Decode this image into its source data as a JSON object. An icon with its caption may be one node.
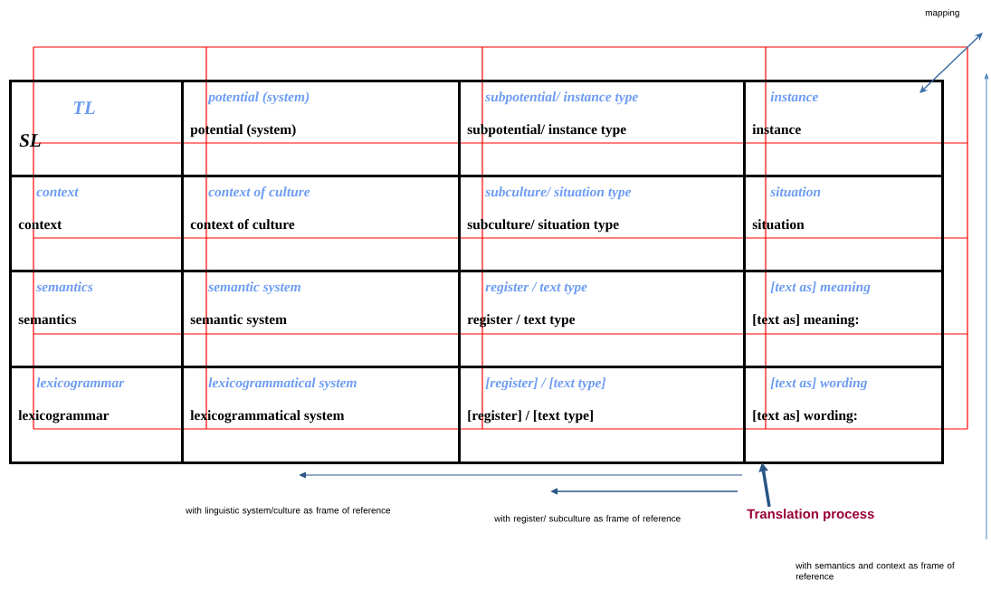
{
  "diagram": {
    "nodes": [
      {
        "text": [
          "TL",
          "SL"
        ]
      },
      {
        "text": [
          "potential (system)",
          "potential (system)"
        ]
      },
      {
        "text": [
          "subpotential/ instance type",
          "subpotential/ instance type"
        ]
      },
      {
        "text": [
          "instance",
          "instance"
        ]
      },
      {
        "text": [
          "context",
          "context"
        ]
      },
      {
        "text": [
          "context of culture",
          "context of culture"
        ]
      },
      {
        "text": [
          "subculture/ situation type",
          "subculture/ situation type"
        ]
      },
      {
        "text": [
          "situation",
          "situation"
        ]
      },
      {
        "text": [
          "semantics",
          "semantics"
        ]
      },
      {
        "text": [
          "semantic system",
          "semantic system"
        ]
      },
      {
        "text": [
          "register / text type",
          "register / text type"
        ]
      },
      {
        "text": [
          "[text as] meaning",
          "[text as] meaning:"
        ]
      },
      {
        "text": [
          "lexicogrammar",
          "lexicogrammar"
        ]
      },
      {
        "text": [
          "lexicogrammatical system",
          "lexicogrammatical system"
        ]
      },
      {
        "text": [
          "[register] / [text type]",
          "[register] / [text type]"
        ]
      },
      {
        "text": [
          "[text as] wording",
          "[text as] wording:"
        ]
      },
      {
        "text": [
          "Translation process"
        ]
      }
    ],
    "edges": [
      {
        "from": 16,
        "to": 15,
        "arrow": "to"
      }
    ],
    "labels": [
      "mapping",
      "with linguistic system/culture as frame of reference",
      "with register/ subculture as frame of reference",
      "with semantics and context as frame of reference"
    ]
  }
}
